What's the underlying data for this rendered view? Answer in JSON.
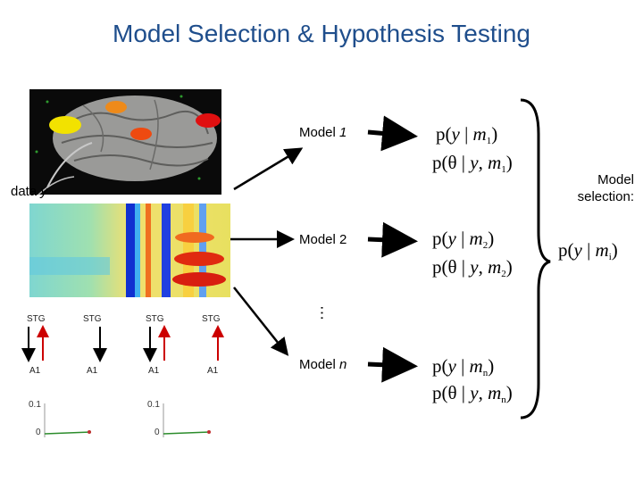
{
  "title": "Model Selection & Hypothesis Testing",
  "data_label": {
    "text": "data ",
    "var": "y"
  },
  "models": [
    {
      "label_prefix": "Model ",
      "label_index": "1",
      "evidence": {
        "lhs": "p(",
        "var": "y",
        "bar": " | ",
        "model": "m",
        "sub": "1",
        "close": ")"
      },
      "posterior": {
        "lhs": "p(θ | ",
        "var": "y",
        "comma": ", ",
        "model": "m",
        "sub": "1",
        "close": ")"
      }
    },
    {
      "label_prefix": "Model ",
      "label_index": "2",
      "evidence": {
        "lhs": "p(",
        "var": "y",
        "bar": " | ",
        "model": "m",
        "sub": "2",
        "close": ")"
      },
      "posterior": {
        "lhs": "p(θ | ",
        "var": "y",
        "comma": ", ",
        "model": "m",
        "sub": "2",
        "close": ")"
      }
    },
    {
      "label_prefix": "Model ",
      "label_index": "n",
      "evidence": {
        "lhs": "p(",
        "var": "y",
        "bar": " | ",
        "model": "m",
        "sub": "n",
        "close": ")"
      },
      "posterior": {
        "lhs": "p(θ | ",
        "var": "y",
        "comma": ", ",
        "model": "m",
        "sub": "n",
        "close": ")"
      }
    }
  ],
  "ellipsis": "…",
  "selection": {
    "label_line1": "Model",
    "label_line2": "selection:",
    "formula": {
      "lhs": "p(",
      "var": "y",
      "bar": " | ",
      "model": "m",
      "sub": "i",
      "close": ")"
    }
  },
  "network_nodes": {
    "top": "STG",
    "bottom": "A1"
  },
  "plot_ticks": {
    "upper": "0.1",
    "lower": "0"
  },
  "colors": {
    "title": "#1f4e8c",
    "arrow": "#000000",
    "up_arrow": "#cc0000"
  }
}
